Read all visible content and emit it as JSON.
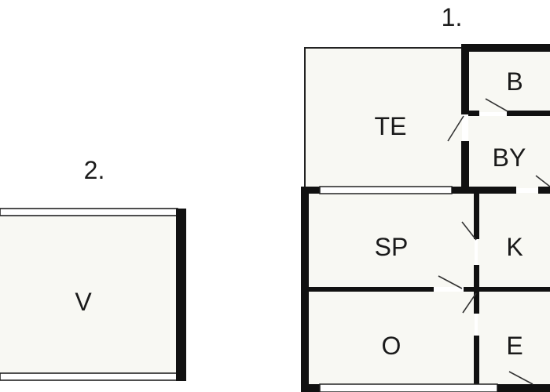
{
  "colors": {
    "room_fill": "#f8f8f3",
    "wall": "#111111",
    "thin_wall": "#222222",
    "window_fill": "#ffffff",
    "door_line": "#333333",
    "text": "#1a1a1a",
    "background": "#ffffff"
  },
  "buildings": [
    {
      "number": "1."
    },
    {
      "number": "2."
    }
  ],
  "rooms": {
    "te": "TE",
    "b": "B",
    "by": "BY",
    "sp": "SP",
    "k": "K",
    "o": "O",
    "e": "E",
    "v": "V"
  }
}
